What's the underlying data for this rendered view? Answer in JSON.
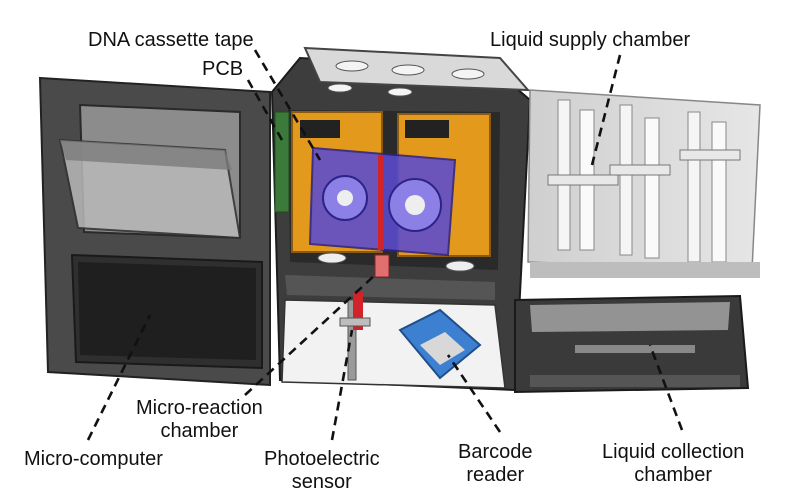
{
  "labels": {
    "dna_cassette_tape": "DNA cassette tape",
    "pcb": "PCB",
    "liquid_supply_chamber": "Liquid supply chamber",
    "micro_reaction_line1": "Micro-reaction",
    "micro_reaction_line2": "chamber",
    "micro_computer": "Micro-computer",
    "photoelectric_line1": "Photoelectric",
    "photoelectric_line2": "sensor",
    "barcode_line1": "Barcode",
    "barcode_line2": "reader",
    "liquid_collection_line1": "Liquid collection",
    "liquid_collection_line2": "chamber"
  },
  "colors": {
    "frame": "#3f3f3f",
    "panel": "#6b6b6b",
    "pcb_orange": "#e39a1c",
    "cassette_purple": "#5b4bd0",
    "barcode_blue": "#3d7fd1",
    "sensor_red": "#d2232a"
  }
}
